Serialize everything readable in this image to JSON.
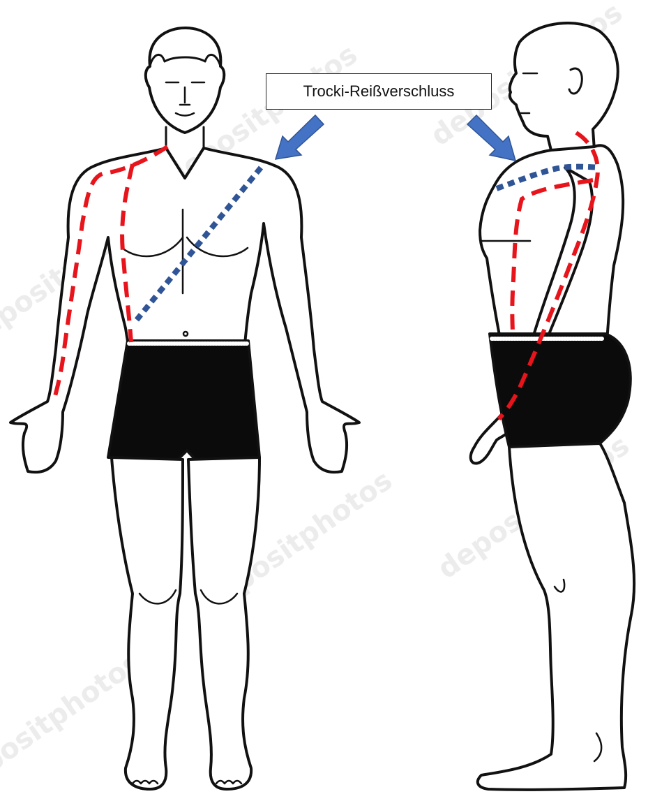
{
  "label": {
    "text": "Trocki-Reißverschluss"
  },
  "watermark": {
    "text": "depositphotos"
  },
  "colors": {
    "outline": "#111111",
    "shorts": "#0b0b0b",
    "seam_red": "#e8141c",
    "zipper_blue": "#2f5597",
    "arrow_blue": "#4472c4"
  },
  "figures": [
    {
      "view": "front"
    },
    {
      "view": "side"
    }
  ]
}
